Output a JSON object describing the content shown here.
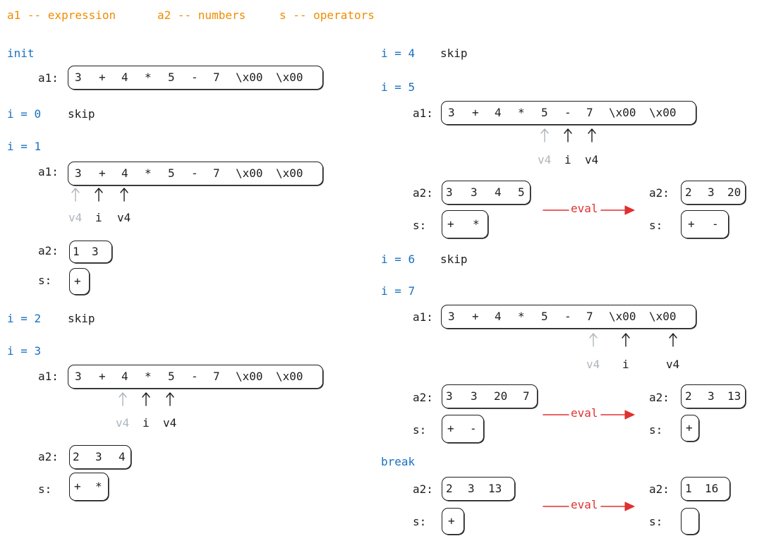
{
  "legend": {
    "a1": "a1 -- expression",
    "a2": "a2 -- numbers",
    "s": "s -- operators"
  },
  "row_labels": {
    "a1": "a1:",
    "a2": "a2:",
    "s": "s:"
  },
  "skip_word": "skip",
  "eval_label": "eval",
  "pointer_labels": {
    "v4": "v4",
    "i": "i"
  },
  "colors": {
    "legend": "#f08c00",
    "step": "#1971c2",
    "text": "#1e1e1e",
    "faded_pointer": "#adb5bd",
    "eval_arrow": "#e03131"
  },
  "expression": [
    "3",
    "+",
    "4",
    "*",
    "5",
    "-",
    "7",
    "\\x00",
    "\\x00"
  ],
  "steps": {
    "init": "init",
    "i0": "i = 0",
    "i1": "i = 1",
    "i2": "i = 2",
    "i3": "i = 3",
    "i4": "i = 4",
    "i5": "i = 5",
    "i6": "i = 6",
    "i7": "i = 7",
    "brk": "break"
  },
  "arrays": {
    "i1_a2": [
      "1",
      "3"
    ],
    "i1_s": [
      "+"
    ],
    "i3_a2": [
      "2",
      "3",
      "4"
    ],
    "i3_s": [
      "+",
      "*"
    ],
    "i5_a2_before": [
      "3",
      "3",
      "4",
      "5"
    ],
    "i5_s_before": [
      "+",
      "*"
    ],
    "i5_a2_after": [
      "2",
      "3",
      "20"
    ],
    "i5_s_after": [
      "+",
      "-"
    ],
    "i7_a2_before": [
      "3",
      "3",
      "20",
      "7"
    ],
    "i7_s_before": [
      "+",
      "-"
    ],
    "i7_a2_after": [
      "2",
      "3",
      "13"
    ],
    "i7_s_after": [
      "+"
    ],
    "brk_a2_before": [
      "2",
      "3",
      "13"
    ],
    "brk_s_before": [
      "+"
    ],
    "brk_a2_after": [
      "1",
      "16"
    ],
    "brk_s_after": []
  }
}
